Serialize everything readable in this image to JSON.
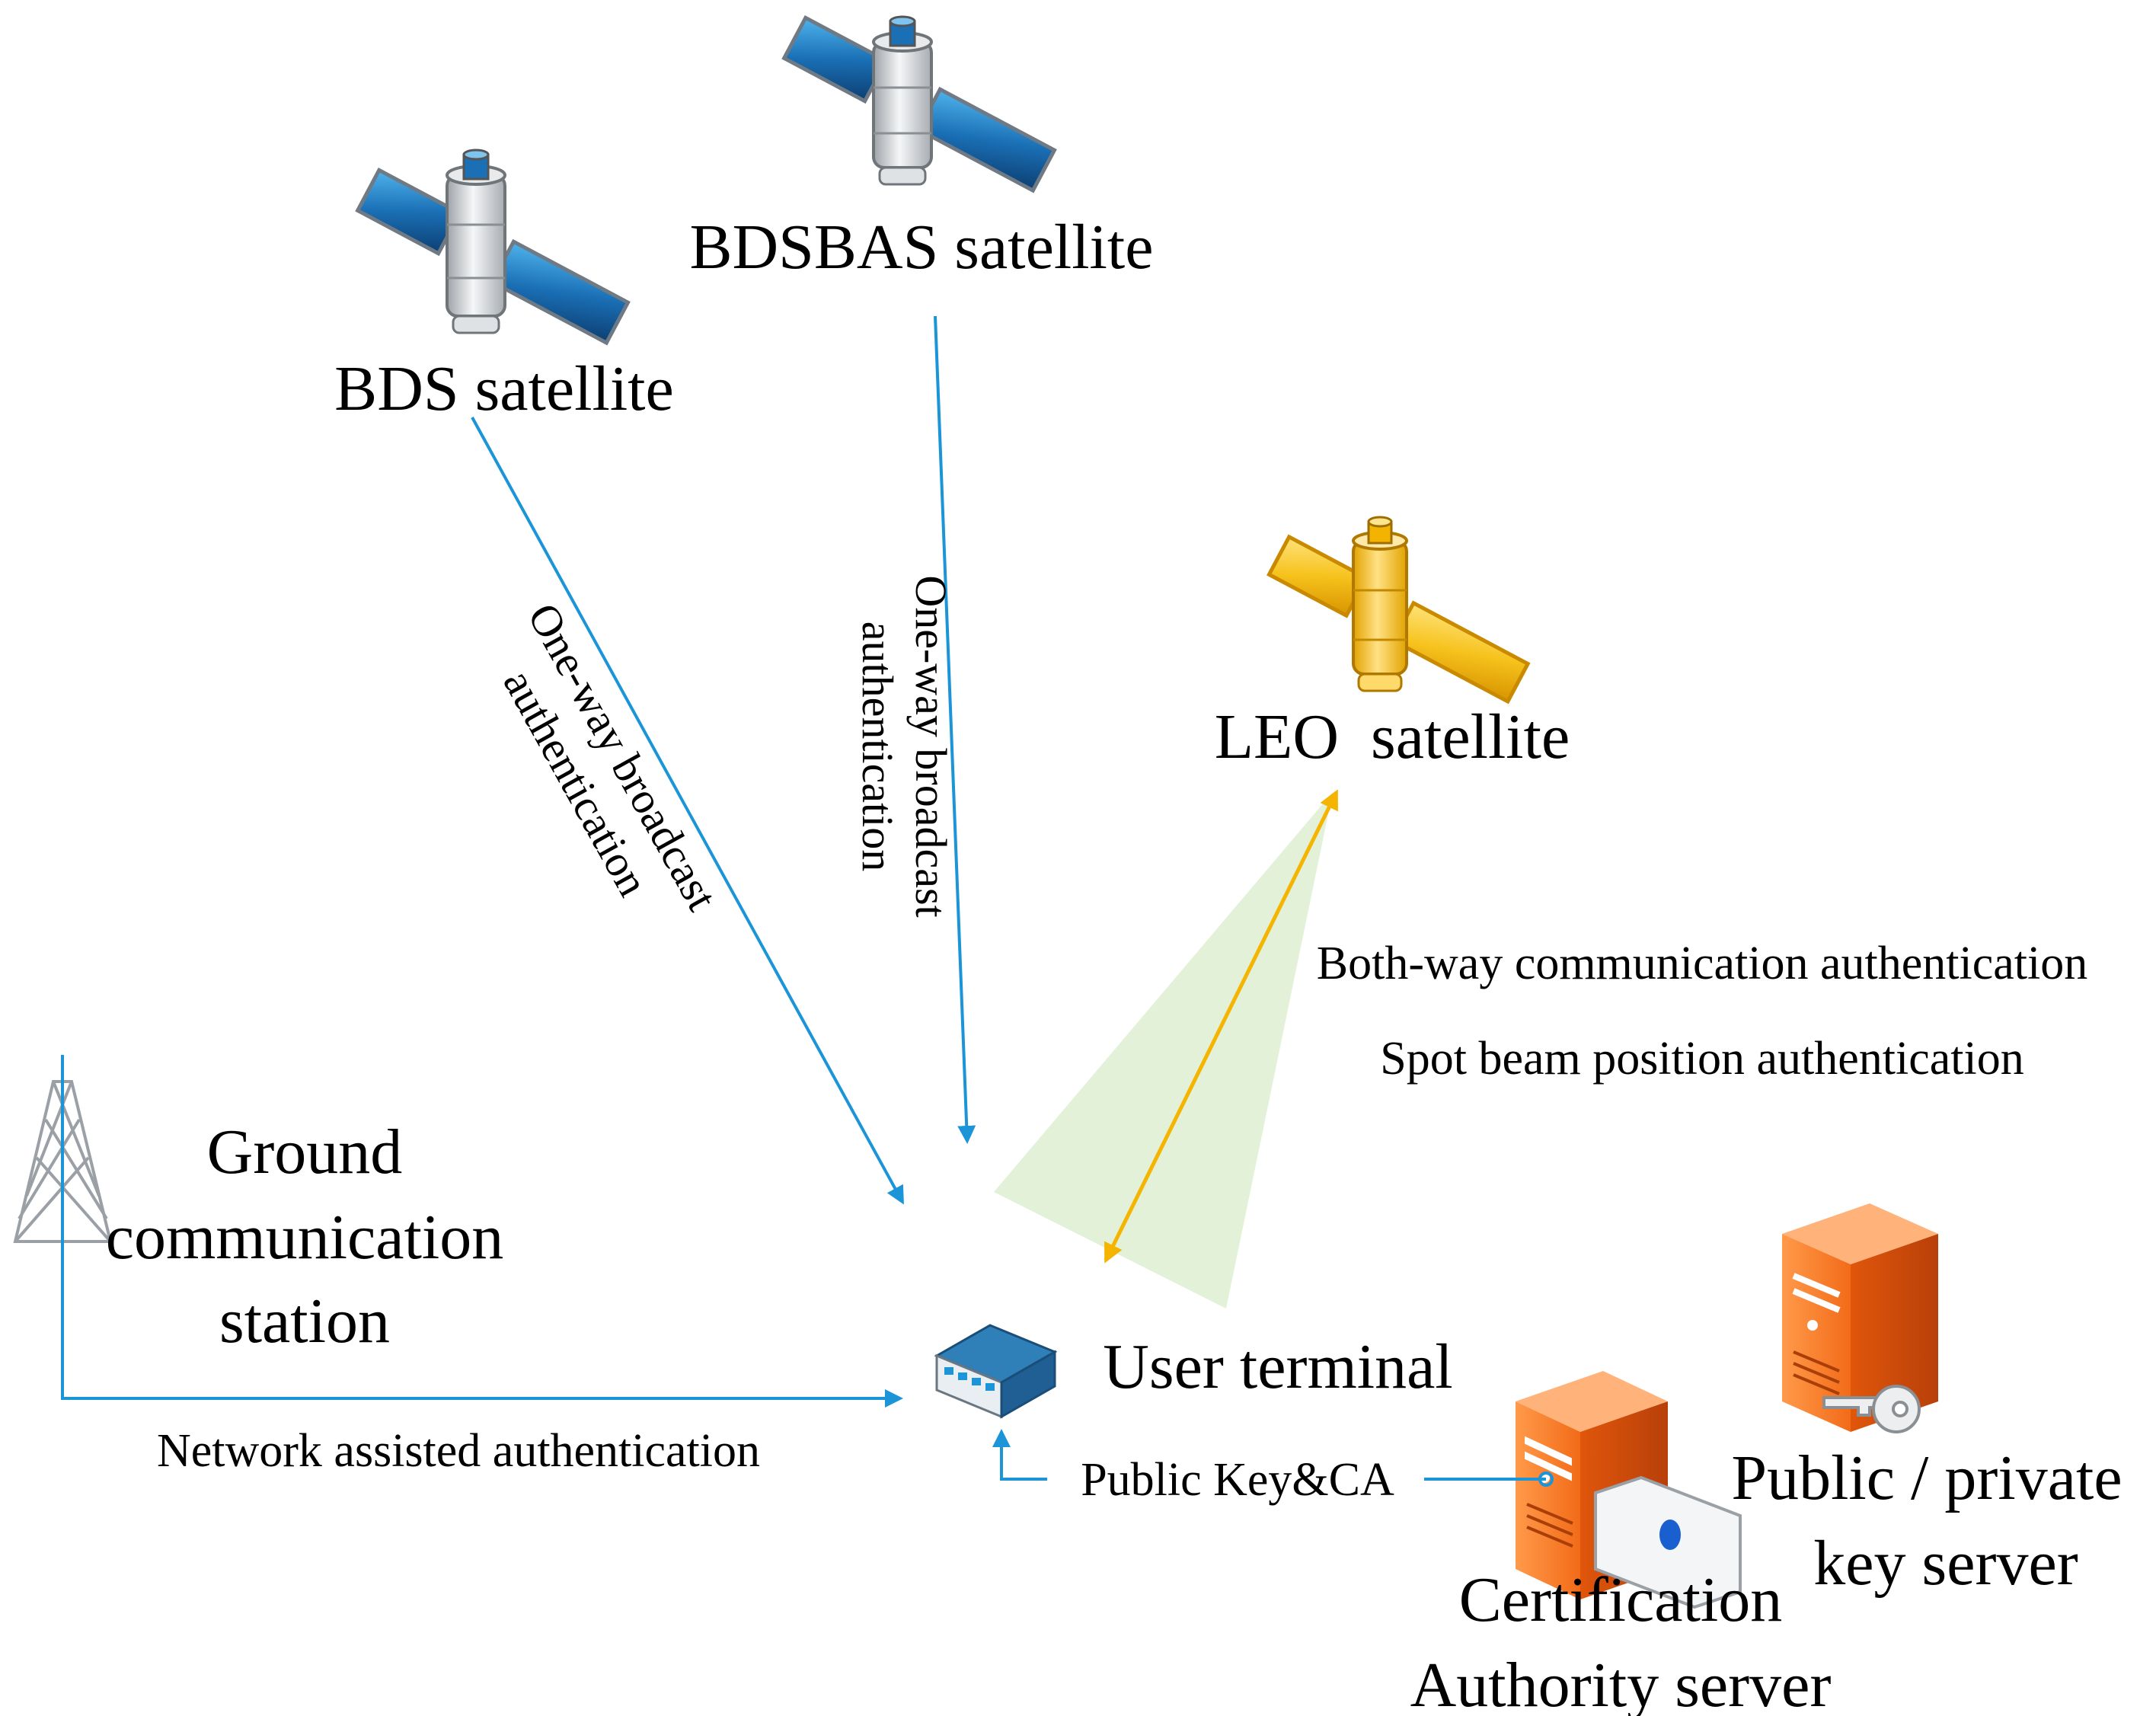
{
  "nodes": {
    "bds_satellite": "BDS satellite",
    "bdsbas_satellite": "BDSBAS satellite",
    "leo_satellite": "LEO  satellite",
    "ground_station": [
      "Ground",
      "communication",
      "station"
    ],
    "user_terminal": "User terminal",
    "ca_server": [
      "Certification",
      "Authority server"
    ],
    "key_server": [
      "Public / private",
      "key server"
    ]
  },
  "links": {
    "bds_auth": [
      "One-way broadcast",
      "authentication"
    ],
    "bdsbas_auth": [
      "One-way broadcast",
      "authentication"
    ],
    "leo_auth_1": "Both-way communication authentication",
    "leo_auth_2": "Spot beam position authentication",
    "network_auth": "Network assisted authentication",
    "public_key_ca": "Public Key&CA"
  },
  "colors": {
    "blue_link": "#1b95d8",
    "leo_link": "#f5b400",
    "beam": "#e3f1d8",
    "server_orange": "#f26b18"
  },
  "icons": [
    "satellite-icon",
    "tower-icon",
    "router-icon",
    "server-icon",
    "certificate-icon",
    "key-icon"
  ]
}
